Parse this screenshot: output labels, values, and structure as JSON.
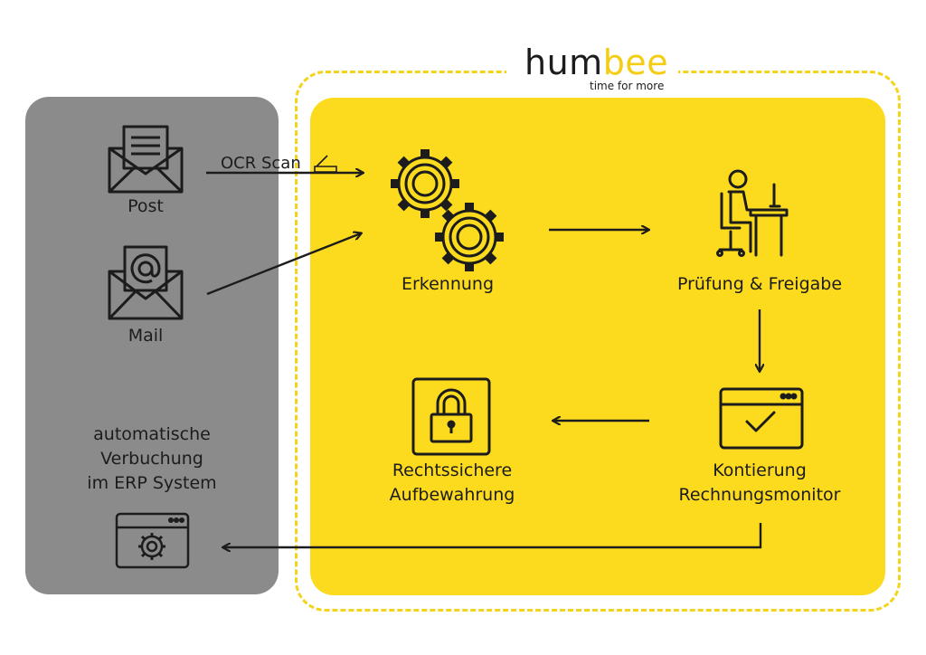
{
  "logo": {
    "part1": "hum",
    "part2": "bee",
    "tagline": "time for more"
  },
  "colors": {
    "brand_yellow": "#fcdb1f",
    "panel_gray": "#8b8b8b",
    "ink": "#1c1c1c"
  },
  "inputs": {
    "post": {
      "label": "Post",
      "icon": "envelope-letter-icon"
    },
    "mail": {
      "label": "Mail",
      "icon": "email-at-icon"
    },
    "ocr_label": "OCR Scan"
  },
  "steps": {
    "recognition": {
      "label": "Erkennung",
      "icon": "gears-icon"
    },
    "review": {
      "label": "Prüfung & Freigabe",
      "icon": "person-at-desk-icon"
    },
    "monitor": {
      "line1": "Kontierung",
      "line2": "Rechnungsmonitor",
      "icon": "browser-check-icon"
    },
    "archive": {
      "line1": "Rechtssichere",
      "line2": "Aufbewahrung",
      "icon": "padlock-icon"
    }
  },
  "erp": {
    "line1": "automatische",
    "line2": "Verbuchung",
    "line3": "im ERP System",
    "icon": "browser-gear-icon"
  }
}
